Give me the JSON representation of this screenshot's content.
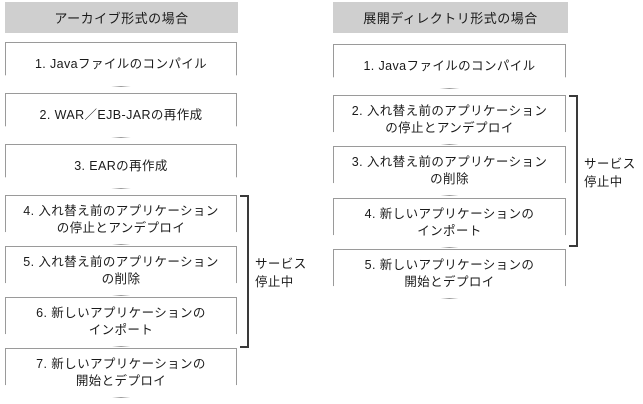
{
  "diagram": {
    "title_left": "アーカイブ形式の場合",
    "title_right": "展開ディレクトリ形式の場合",
    "colors": {
      "header_bg": "#cfcfcf",
      "box_border": "#9a9a9a",
      "box_bg": "#ffffff",
      "bracket": "#3a3a3a",
      "text": "#1a1a1a",
      "page_bg": "#ffffff"
    }
  },
  "columns": [
    {
      "id": "archive-format",
      "header": "アーカイブ形式の場合",
      "steps": [
        {
          "n": "1",
          "label": "1. Javaファイルのコンパイル",
          "lines": 1
        },
        {
          "n": "2",
          "label": "2. WAR／EJB-JARの再作成",
          "lines": 1
        },
        {
          "n": "3",
          "label": "3. EARの再作成",
          "lines": 1
        },
        {
          "n": "4",
          "label": "4. 入れ替え前のアプリケーション\nの停止とアンデプロイ",
          "lines": 2
        },
        {
          "n": "5",
          "label": "5. 入れ替え前のアプリケーション\nの削除",
          "lines": 2
        },
        {
          "n": "6",
          "label": "6. 新しいアプリケーションの\nインポート",
          "lines": 2
        },
        {
          "n": "7",
          "label": "7. 新しいアプリケーションの\n開始とデプロイ",
          "lines": 2
        }
      ],
      "annotation": {
        "label": "サービス\n停止中",
        "covers_steps": "4-6"
      }
    },
    {
      "id": "exploded-directory-format",
      "header": "展開ディレクトリ形式の場合",
      "steps": [
        {
          "n": "1",
          "label": "1. Javaファイルのコンパイル",
          "lines": 1
        },
        {
          "n": "2",
          "label": "2. 入れ替え前のアプリケーション\nの停止とアンデプロイ",
          "lines": 2
        },
        {
          "n": "3",
          "label": "3. 入れ替え前のアプリケーション\nの削除",
          "lines": 2
        },
        {
          "n": "4",
          "label": "4. 新しいアプリケーションの\nインポート",
          "lines": 2
        },
        {
          "n": "5",
          "label": "5. 新しいアプリケーションの\n開始とデプロイ",
          "lines": 2
        }
      ],
      "annotation": {
        "label": "サービス\n停止中",
        "covers_steps": "2-4"
      }
    }
  ]
}
